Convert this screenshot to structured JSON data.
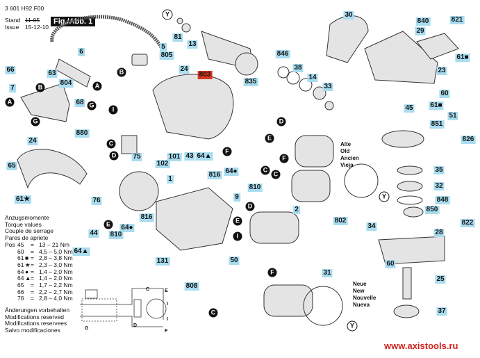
{
  "header": {
    "doc_number": "3 601 H92 F00",
    "stand_label": "Stand",
    "issue_label": "Issue",
    "stand_date": "11-05",
    "issue_date": "15-12-10",
    "figure_label": "Fig./Abb. 1"
  },
  "torque": {
    "titles": [
      "Anzugsmomente",
      "Torque values",
      "Couple de serrage",
      "Pares de apriete"
    ],
    "pos_label": "Pos",
    "rows": [
      {
        "pos": "45",
        "mark": "",
        "value": "13 – 21 Nm"
      },
      {
        "pos": "60",
        "mark": "",
        "value": "4,5 – 5,0 Nm"
      },
      {
        "pos": "61",
        "mark": "■",
        "value": "2,8 – 3,8 Nm"
      },
      {
        "pos": "61",
        "mark": "★",
        "value": "2,3 – 3,0 Nm"
      },
      {
        "pos": "64",
        "mark": "●",
        "value": "1,4 – 2,0 Nm"
      },
      {
        "pos": "64",
        "mark": "▲",
        "value": "1,4 – 2,0 Nm"
      },
      {
        "pos": "65",
        "mark": "",
        "value": "1,7 – 2,2 Nm"
      },
      {
        "pos": "66",
        "mark": "",
        "value": "2,2 – 2,7 Nm"
      },
      {
        "pos": "76",
        "mark": "",
        "value": "2,8 – 4,0 Nm"
      }
    ]
  },
  "modifications": [
    "Änderungen vorbehalten",
    "Modifications reserved",
    "Modifications reservees",
    "Salvo modificaciones"
  ],
  "old_version": [
    "Alte",
    "Old",
    "Ancien",
    "Vieja"
  ],
  "new_version": [
    "Neue",
    "New",
    "Nouvelle",
    "Nueva"
  ],
  "callouts": [
    "5",
    "805",
    "6",
    "66",
    "63",
    "804",
    "7",
    "68",
    "880",
    "24",
    "65",
    "61★",
    "102",
    "101",
    "75",
    "43",
    "64▲",
    "816",
    "64●",
    "810",
    "1",
    "9",
    "76",
    "816",
    "64●",
    "810",
    "44",
    "64▲",
    "131",
    "50",
    "808",
    "81",
    "13",
    "803",
    "835",
    "846",
    "38",
    "14",
    "33",
    "24",
    "30",
    "840",
    "29",
    "821",
    "61■",
    "23",
    "60",
    "61■",
    "45",
    "51",
    "851",
    "826",
    "35",
    "32",
    "848",
    "850",
    "34",
    "28",
    "822",
    "60",
    "25",
    "37",
    "802",
    "2",
    "31"
  ],
  "letters": [
    "Y",
    "B",
    "A",
    "B",
    "A",
    "G",
    "G",
    "I",
    "C",
    "D",
    "D",
    "E",
    "F",
    "C",
    "F",
    "C",
    "D",
    "E",
    "I",
    "E",
    "F",
    "C",
    "Y",
    "Y"
  ],
  "circuit_labels": [
    "C",
    "E",
    "I",
    "I",
    "D",
    "G",
    "F"
  ],
  "watermark": "www.axistools.ru",
  "colors": {
    "callout_bg": "#a9dcef",
    "highlight": "#d9371f",
    "watermark": "#d0221b"
  }
}
